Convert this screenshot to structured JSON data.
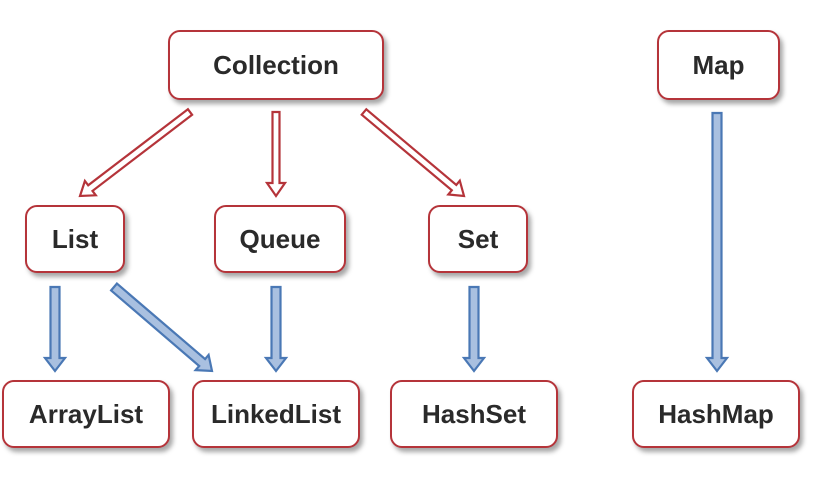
{
  "diagram": {
    "nodes": {
      "collection": "Collection",
      "map": "Map",
      "list": "List",
      "queue": "Queue",
      "set": "Set",
      "arraylist": "ArrayList",
      "linkedlist": "LinkedList",
      "hashset": "HashSet",
      "hashmap": "HashMap"
    },
    "edges": [
      {
        "from": "collection",
        "to": "list",
        "kind": "extends"
      },
      {
        "from": "collection",
        "to": "queue",
        "kind": "extends"
      },
      {
        "from": "collection",
        "to": "set",
        "kind": "extends"
      },
      {
        "from": "list",
        "to": "arraylist",
        "kind": "implements"
      },
      {
        "from": "list",
        "to": "linkedlist",
        "kind": "implements"
      },
      {
        "from": "queue",
        "to": "linkedlist",
        "kind": "implements"
      },
      {
        "from": "set",
        "to": "hashset",
        "kind": "implements"
      },
      {
        "from": "map",
        "to": "hashmap",
        "kind": "implements"
      }
    ]
  },
  "colors": {
    "node_border": "#b5343a",
    "extends_arrow": "#b5343a",
    "implements_arrow_fill": "#a9c0e0",
    "implements_arrow_stroke": "#4a78b5",
    "label_text": "#2a2a2a"
  }
}
